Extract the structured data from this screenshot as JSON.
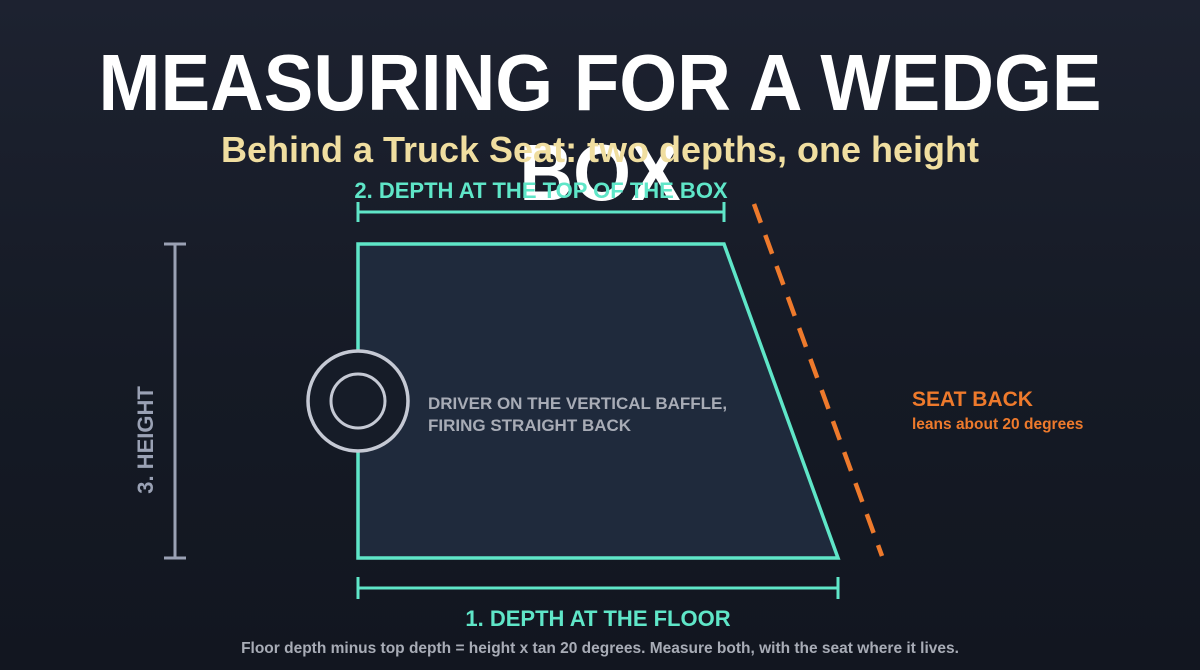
{
  "title": "MEASURING FOR A WEDGE BOX",
  "subtitle": "Behind a Truck Seat: two depths, one height",
  "labels": {
    "top_depth": "2. DEPTH AT THE TOP OF THE BOX",
    "floor_depth": "1. DEPTH AT THE FLOOR",
    "height": "3. HEIGHT",
    "driver_line1": "DRIVER ON THE VERTICAL BAFFLE,",
    "driver_line2": "FIRING STRAIGHT BACK",
    "seat_back": "SEAT BACK",
    "seat_back_note": "leans about 20 degrees"
  },
  "footer": "Floor depth minus top depth = height x tan 20 degrees.  Measure both, with the seat where it lives.",
  "colors": {
    "box_outline": "#5fe6c8",
    "box_fill": "#1f2a3c",
    "seat_back": "#ee7a2c",
    "height_dim": "#9aa1b4",
    "driver": "#c5c9d4",
    "title": "#ffffff",
    "subtitle": "#f0dea0"
  }
}
